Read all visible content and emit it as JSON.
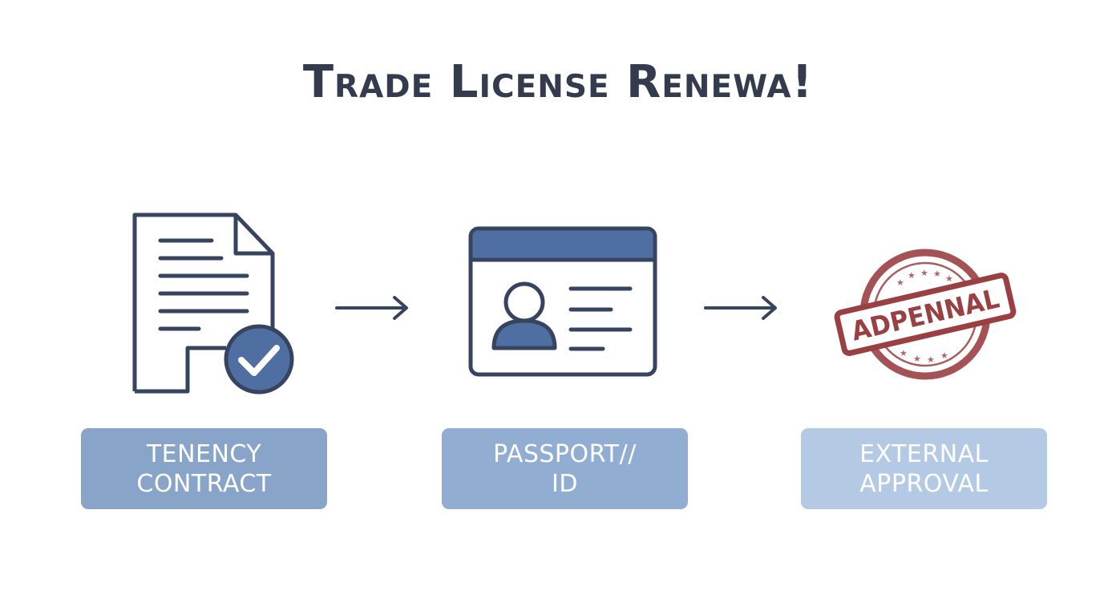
{
  "title": "Trade License Renewa!",
  "steps": [
    {
      "icon": "document-check-icon",
      "label_lines": [
        "TENENCY",
        "CONTRACT"
      ]
    },
    {
      "icon": "id-card-icon",
      "label_lines": [
        "PASSPORT//",
        "ID"
      ]
    },
    {
      "icon": "approval-stamp-icon",
      "stamp_text": "ADPENNAL",
      "label_lines": [
        "EXTERNAL",
        "APPROVAL"
      ]
    }
  ],
  "colors": {
    "title": "#333b4d",
    "icon_stroke": "#37445f",
    "icon_fill": "#4f6fa3",
    "stamp": "#9a3f42",
    "label_1": "#88a5c9",
    "label_2": "#91add1",
    "label_3": "#b3c9e4"
  }
}
